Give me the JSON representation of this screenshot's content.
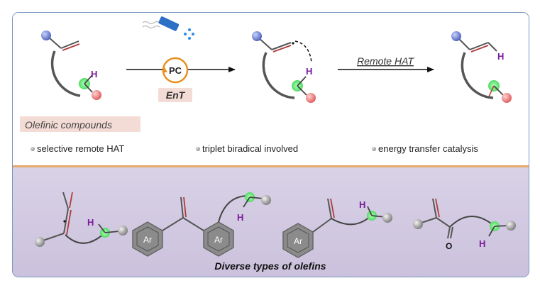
{
  "catalysis": {
    "catalyst_label": "PC",
    "process_label": "EnT",
    "step_label": "Remote HAT"
  },
  "atoms": {
    "hydrogen": "H",
    "oxygen": "O",
    "aryl": "Ar"
  },
  "substrate_label": "Olefinic compounds",
  "features": [
    "selective remote HAT",
    "triplet  biradical involved",
    "energy transfer catalysis"
  ],
  "bottom_caption": "Diverse types of olefins",
  "colors": {
    "frame_border": "#7a96c2",
    "divider": "#e7aa6a",
    "bottom_background": "#d2c9e2",
    "hydrogen_label": "#7a1d9a",
    "photocatalyst_ring": "#e8901f",
    "alkene_bond": "#b23a3a",
    "blue_atom": "#6a7fd6",
    "red_atom": "#ef7d7d",
    "green_highlight": "#5fe36f"
  }
}
